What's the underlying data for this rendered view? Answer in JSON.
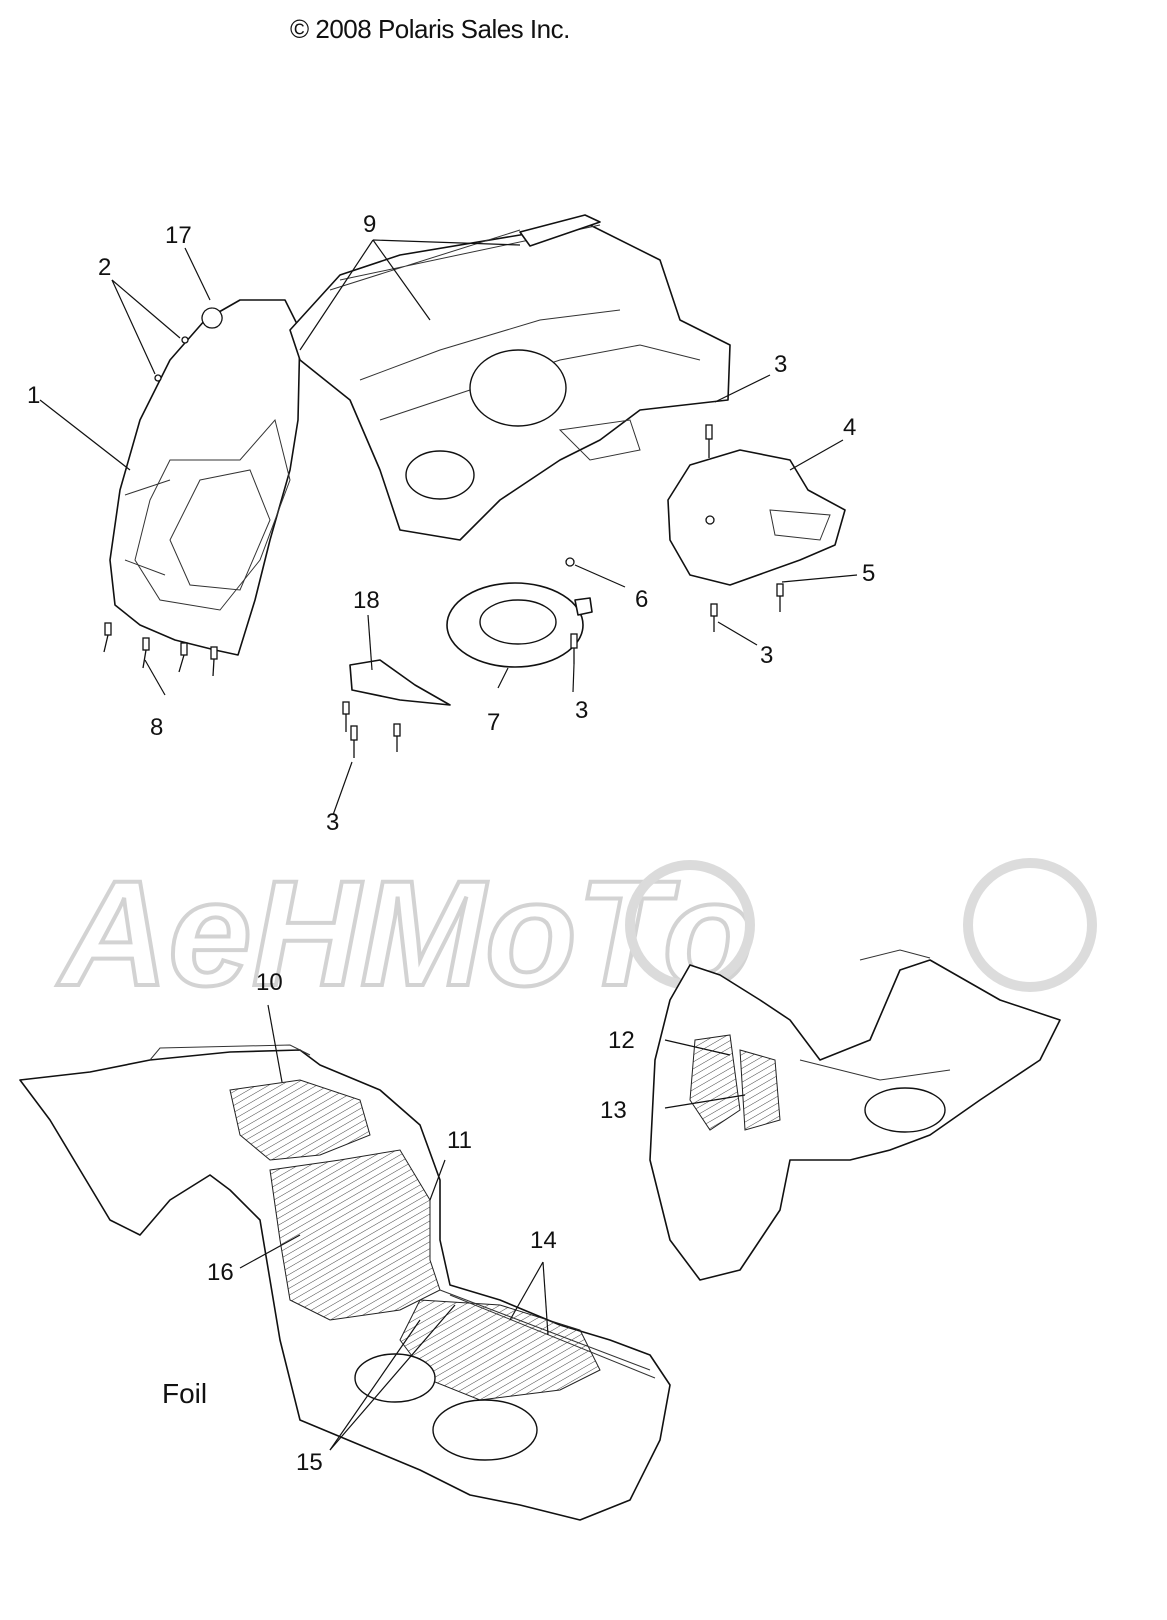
{
  "copyright": "© 2008 Polaris Sales Inc.",
  "watermark": "AeHMoTo",
  "note": "Foil",
  "callouts": [
    {
      "id": "1",
      "label": "1"
    },
    {
      "id": "2",
      "label": "2"
    },
    {
      "id": "3a",
      "label": "3"
    },
    {
      "id": "3b",
      "label": "3"
    },
    {
      "id": "3c",
      "label": "3"
    },
    {
      "id": "3d",
      "label": "3"
    },
    {
      "id": "4",
      "label": "4"
    },
    {
      "id": "5",
      "label": "5"
    },
    {
      "id": "6",
      "label": "6"
    },
    {
      "id": "7",
      "label": "7"
    },
    {
      "id": "8",
      "label": "8"
    },
    {
      "id": "9",
      "label": "9"
    },
    {
      "id": "10",
      "label": "10"
    },
    {
      "id": "11",
      "label": "11"
    },
    {
      "id": "12",
      "label": "12"
    },
    {
      "id": "13",
      "label": "13"
    },
    {
      "id": "14",
      "label": "14"
    },
    {
      "id": "15",
      "label": "15"
    },
    {
      "id": "16",
      "label": "16"
    },
    {
      "id": "17",
      "label": "17"
    },
    {
      "id": "18",
      "label": "18"
    }
  ]
}
